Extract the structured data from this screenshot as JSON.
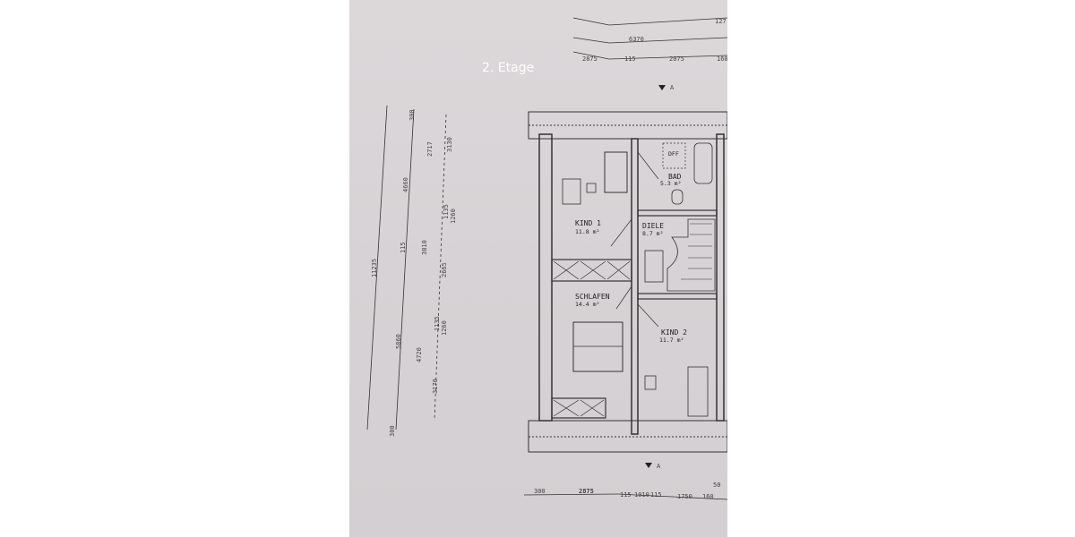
{
  "caption": "2. Etage",
  "rooms": [
    {
      "name": "KIND 1",
      "area": "11.8 m²"
    },
    {
      "name": "BAD",
      "area": "5.3 m²"
    },
    {
      "name": "DIELE",
      "area": "8.7 m²"
    },
    {
      "name": "SCHLAFEN",
      "area": "14.4 m²"
    },
    {
      "name": "KIND 2",
      "area": "11.7 m²"
    }
  ],
  "fixture_label": "DFF",
  "section_marker": "A",
  "dimensions": {
    "left_outer": "11235",
    "left_mid": [
      "4660",
      "5860"
    ],
    "left_small": [
      "300",
      "300",
      "115"
    ],
    "left_inner": [
      "2717",
      "3810",
      "4720"
    ],
    "left_openings": [
      "3130",
      "1135",
      "1260",
      "2665",
      "1135",
      "1260",
      "3170"
    ],
    "top": [
      "127",
      "6370",
      "2875",
      "115",
      "2075",
      "160"
    ],
    "bottom": [
      "300",
      "2875",
      "115",
      "1010",
      "115",
      "1750",
      "160",
      "50"
    ]
  }
}
